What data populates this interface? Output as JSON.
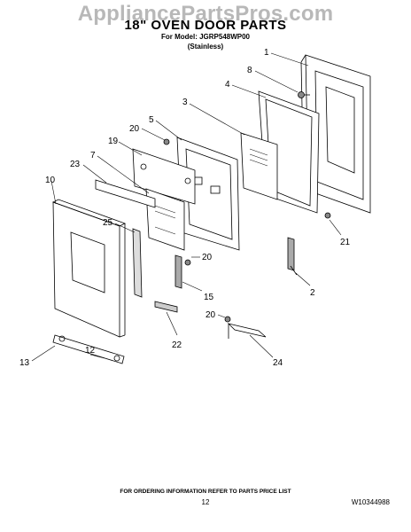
{
  "watermark": "AppliancePartsPros.com",
  "title": "18\" OVEN DOOR PARTS",
  "model": "For Model: JGRP548WP00",
  "finish": "(Stainless)",
  "callouts": {
    "c1": "1",
    "c8": "8",
    "c4": "4",
    "c3": "3",
    "c5": "5",
    "c20a": "20",
    "c19": "19",
    "c7": "7",
    "c23": "23",
    "c10": "10",
    "c25": "25",
    "c21": "21",
    "c20b": "20",
    "c2": "2",
    "c15": "15",
    "c20c": "20",
    "c22": "22",
    "c24": "24",
    "c12": "12",
    "c13": "13"
  },
  "footer": {
    "note": "FOR ORDERING INFORMATION REFER TO PARTS PRICE LIST",
    "page": "12",
    "doc_id": "W10344988"
  }
}
